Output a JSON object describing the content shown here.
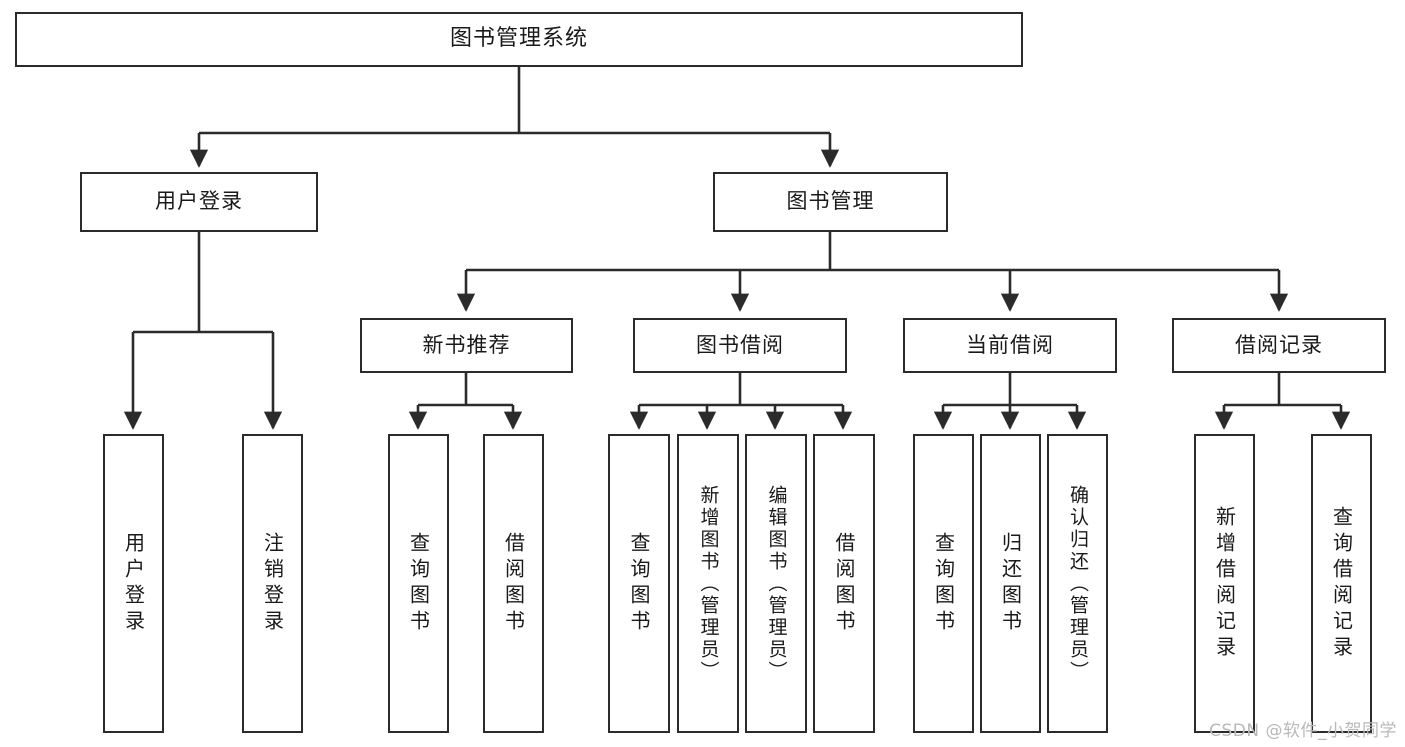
{
  "diagram": {
    "title": "图书管理系统",
    "type": "tree",
    "colors": {
      "stroke": "#2b2b2b",
      "fill": "#ffffff",
      "text": "#1a1a1a",
      "watermark": "#b9b9b9"
    },
    "root": {
      "label": "图书管理系统"
    },
    "level2": [
      {
        "label": "用户登录"
      },
      {
        "label": "图书管理"
      }
    ],
    "level3": [
      {
        "label": "新书推荐"
      },
      {
        "label": "图书借阅"
      },
      {
        "label": "当前借阅"
      },
      {
        "label": "借阅记录"
      }
    ],
    "leaves": {
      "user_login": [
        {
          "label": "用户登录"
        },
        {
          "label": "注销登录"
        }
      ],
      "new_book": [
        {
          "label": "查询图书"
        },
        {
          "label": "借阅图书"
        }
      ],
      "borrow_book": [
        {
          "label": "查询图书"
        },
        {
          "label": "新增图书（管理员）"
        },
        {
          "label": "编辑图书（管理员）"
        },
        {
          "label": "借阅图书"
        }
      ],
      "current_borrow": [
        {
          "label": "查询图书"
        },
        {
          "label": "归还图书"
        },
        {
          "label": "确认归还（管理员）"
        }
      ],
      "borrow_record": [
        {
          "label": "新增借阅记录"
        },
        {
          "label": "查询借阅记录"
        }
      ]
    }
  },
  "watermark": {
    "text": "CSDN @软件_小贺同学"
  }
}
